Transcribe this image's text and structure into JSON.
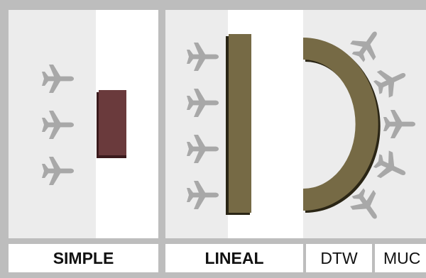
{
  "panels": [
    {
      "id": "simple",
      "label": "SIMPLE",
      "bold": true
    },
    {
      "id": "lineal",
      "label": "LINEAL",
      "bold": true
    },
    {
      "id": "dtw",
      "label": "DTW",
      "bold": false
    },
    {
      "id": "muc",
      "label": "MUC",
      "bold": false
    }
  ],
  "colors": {
    "frame": "#bdbdbd",
    "apron": "#ececec",
    "white": "#ffffff",
    "airplane": "#a8a8a8",
    "terminal_simple": "#6a3a3c",
    "terminal_simple_shadow": "#3a1a1c",
    "terminal_lineal": "#766a45",
    "terminal_lineal_shadow": "#2a2515",
    "label_text": "#111111"
  },
  "icons": {
    "aircraft": "airplane-icon"
  }
}
